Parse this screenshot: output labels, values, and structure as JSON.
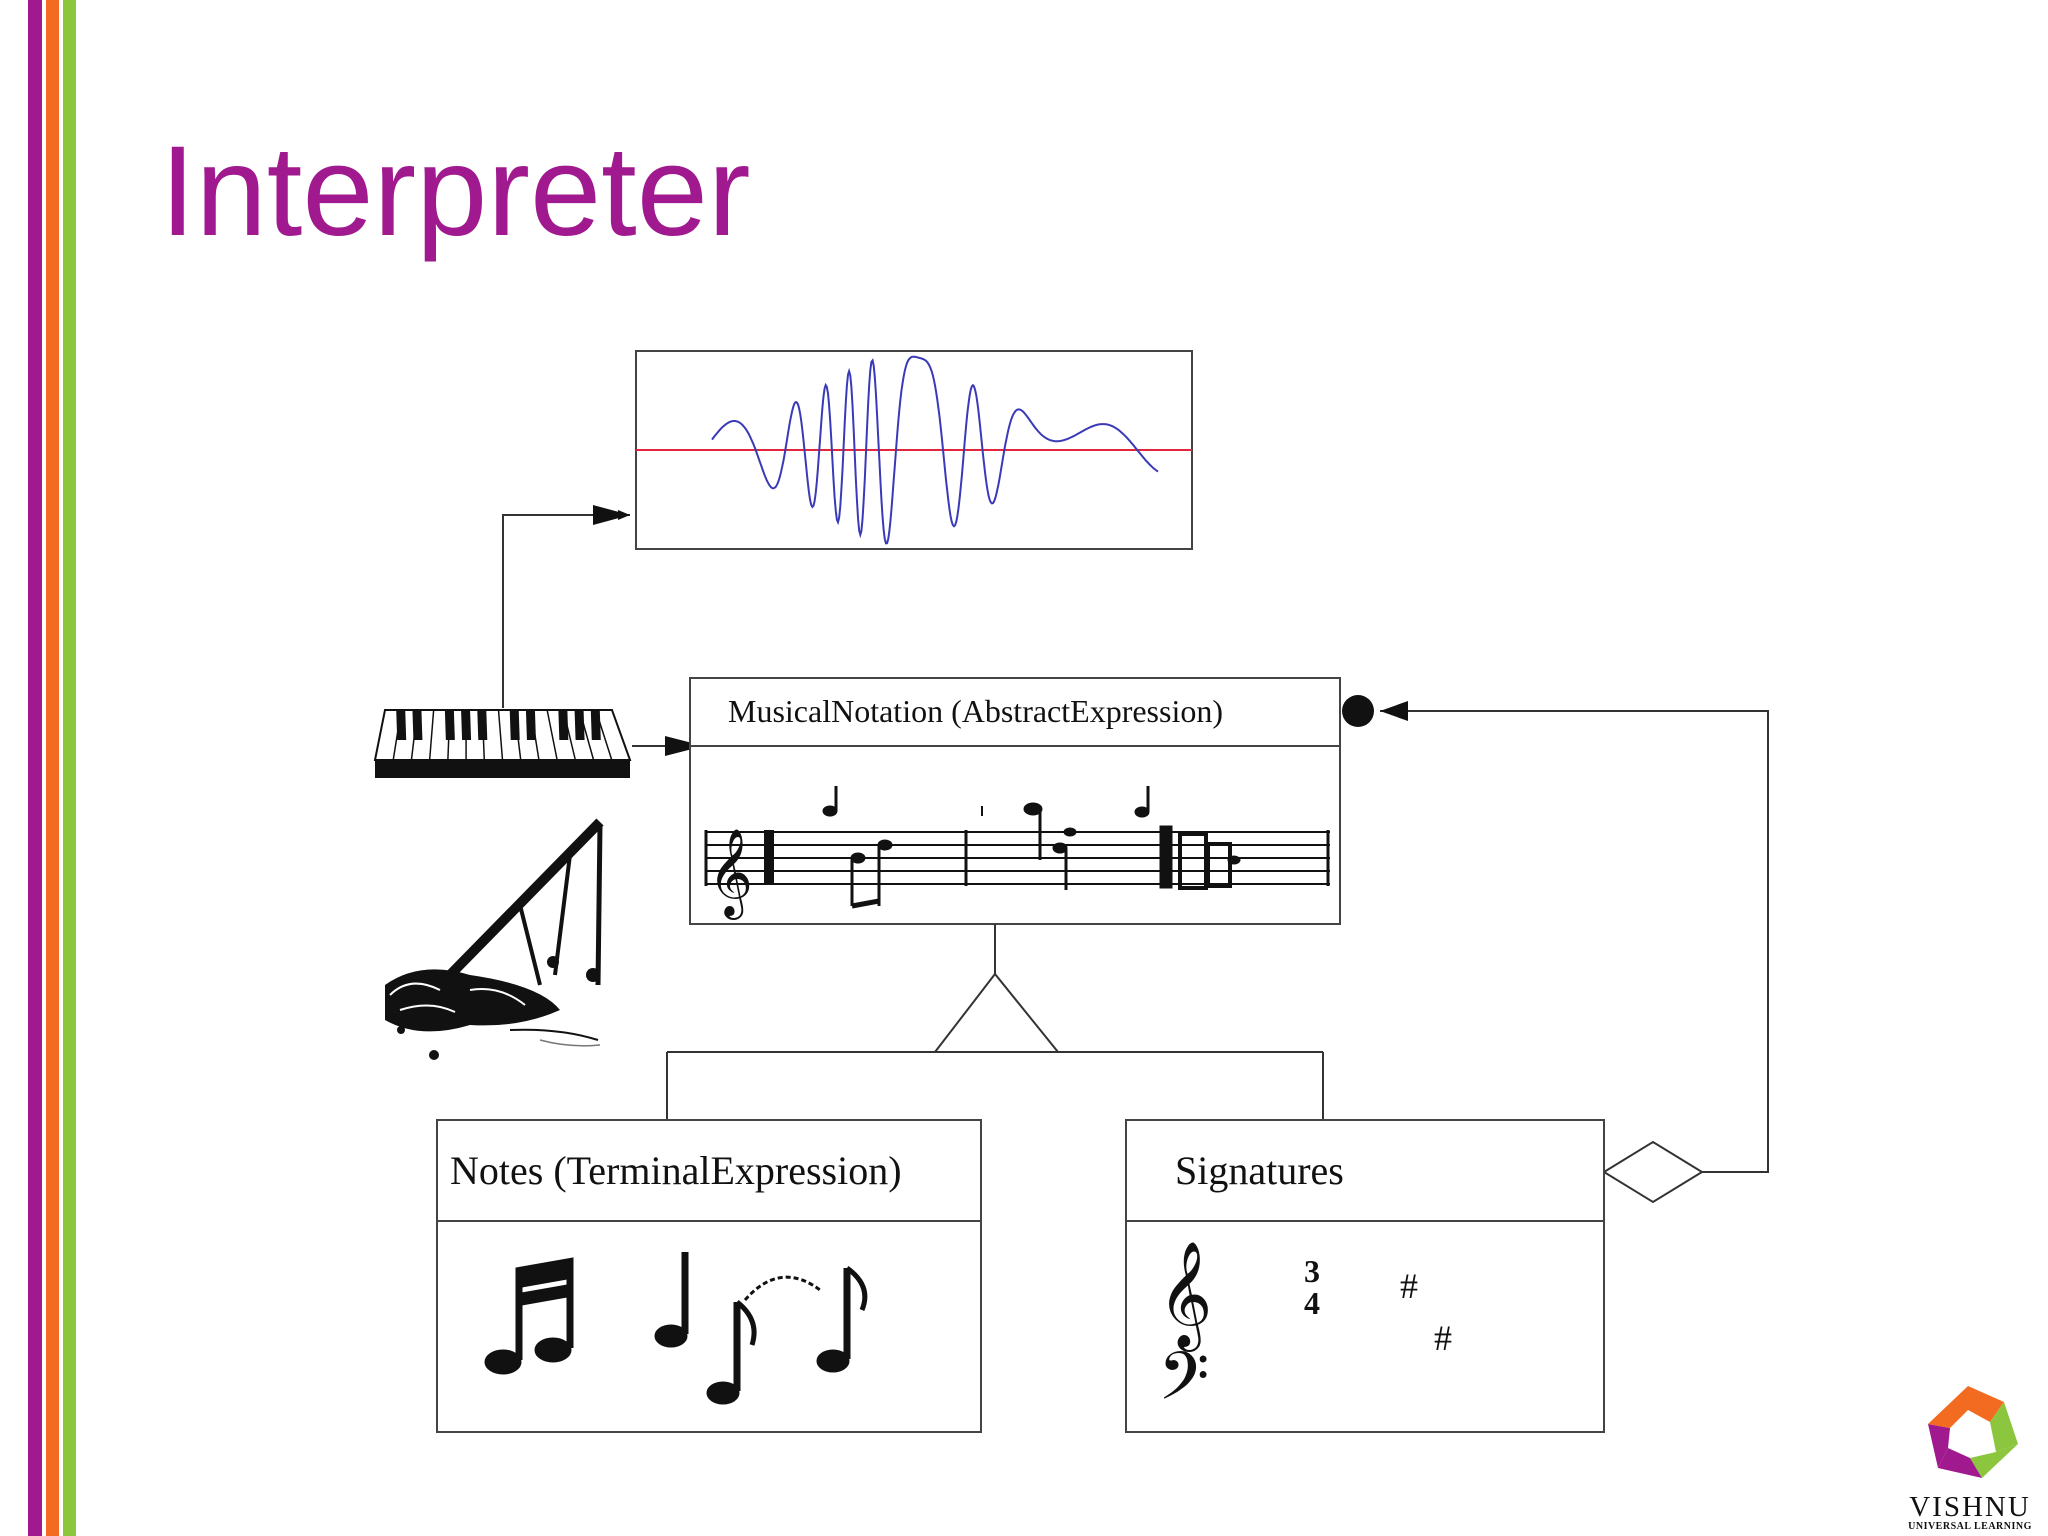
{
  "slide": {
    "title": "Interpreter",
    "stripe_colors": [
      "#a0198f",
      "#f26b21",
      "#8cc63f"
    ]
  },
  "diagram": {
    "abstract_box": {
      "title": "MusicalNotation (AbstractExpression)"
    },
    "terminal_box": {
      "title": "Notes (TerminalExpression)"
    },
    "signatures_box": {
      "title": "Signatures",
      "time_signature_top": "3",
      "time_signature_bottom": "4",
      "sharp_upper": "#",
      "sharp_lower": "#"
    },
    "waveform": {
      "wave_color": "#3a3ab8",
      "baseline_color": "#e2263d"
    },
    "icons": [
      "keyboard-icon",
      "bagpipe-icon",
      "waveform-display",
      "treble-clef-icon",
      "bass-clef-icon",
      "music-note-icon"
    ]
  },
  "logo": {
    "name": "VISHNU",
    "tagline": "UNIVERSAL LEARNING"
  }
}
